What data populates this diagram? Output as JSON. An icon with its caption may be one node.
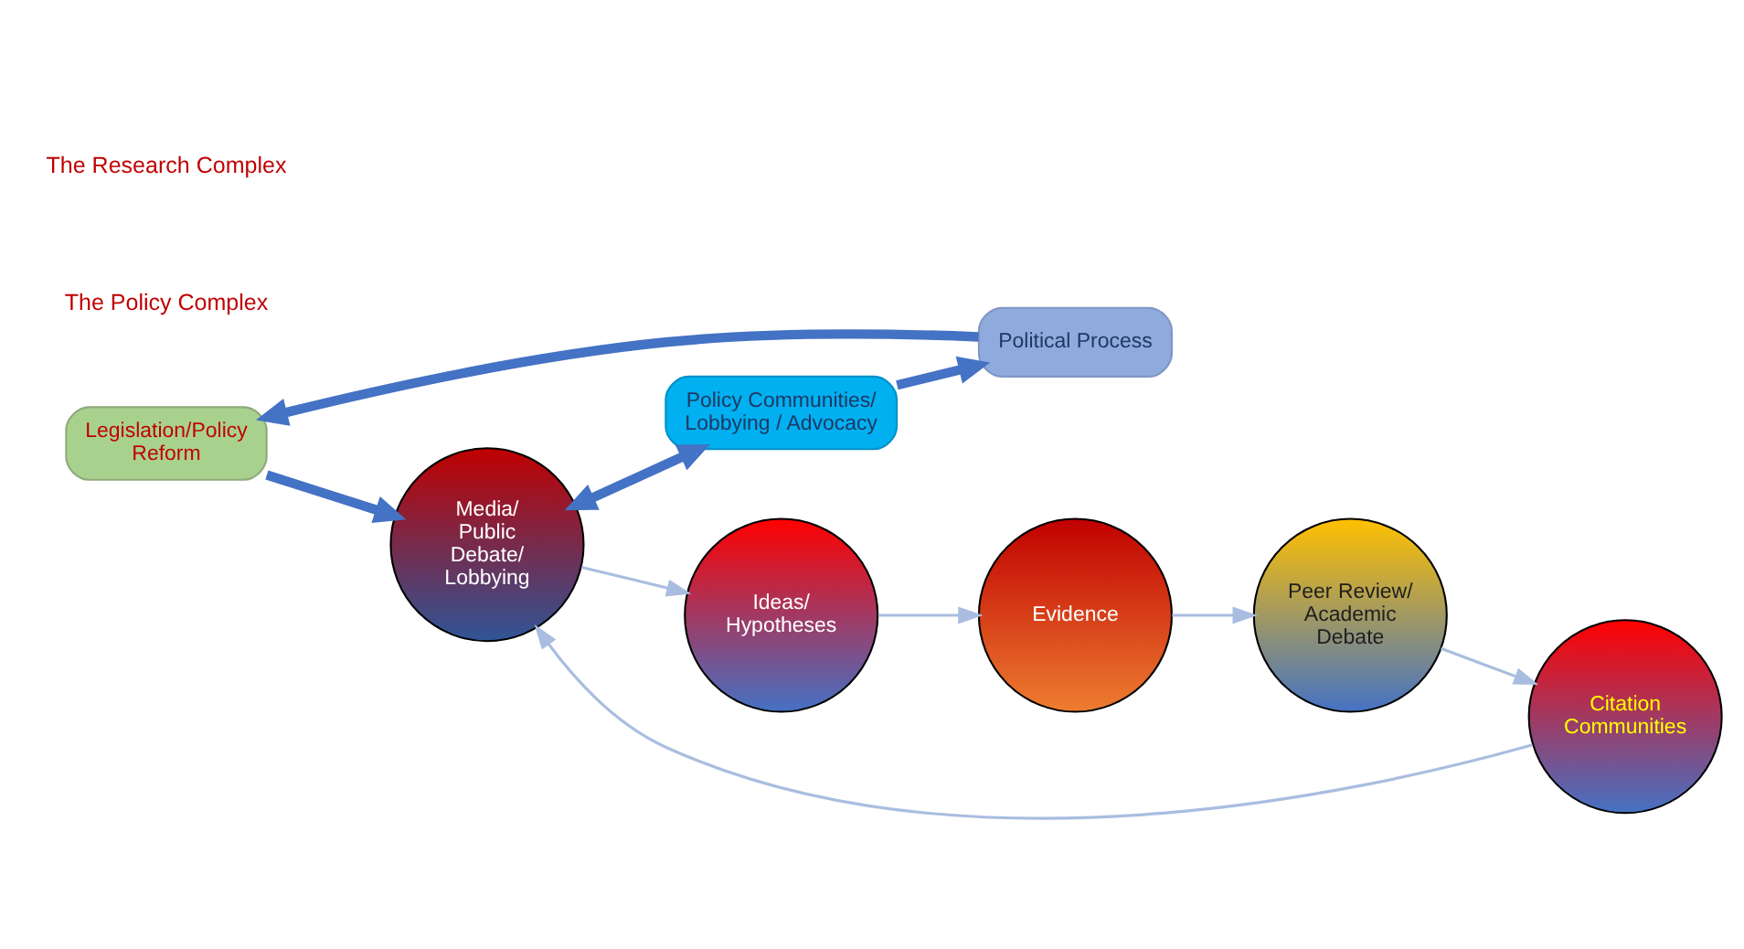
{
  "diagram": {
    "nodes": [
      {
        "text": [
          "Legislation/Policy Reform"
        ]
      },
      {
        "text": [
          "Political Process"
        ]
      },
      {
        "text": [
          "Policy Communities/ Lobbying / Advocacy"
        ]
      },
      {
        "text": [
          "Media/ Public Debate/ Lobbying"
        ]
      },
      {
        "text": [
          "Ideas/ Hypotheses"
        ]
      },
      {
        "text": [
          "Evidence"
        ]
      },
      {
        "text": [
          "Peer Review/ Academic Debate"
        ]
      },
      {
        "text": [
          "Citation Communities"
        ]
      }
    ],
    "edges": [
      {
        "from": 1,
        "to": 0,
        "arrow": "to",
        "style": "thick",
        "color": "#4472c4"
      },
      {
        "from": 0,
        "to": 3,
        "arrow": "to",
        "style": "thick",
        "color": "#4472c4"
      },
      {
        "from": 3,
        "to": 2,
        "arrow": "both",
        "style": "thick",
        "color": "#4472c4"
      },
      {
        "from": 2,
        "to": 1,
        "arrow": "to",
        "style": "thick",
        "color": "#4472c4"
      },
      {
        "from": 3,
        "to": 4,
        "arrow": "to"
      },
      {
        "from": 4,
        "to": 5,
        "arrow": "to"
      },
      {
        "from": 5,
        "to": 6,
        "arrow": "to"
      },
      {
        "from": 6,
        "to": 7,
        "arrow": "to"
      },
      {
        "from": 7,
        "to": 3,
        "arrow": "to"
      }
    ],
    "labels": [
      "The Policy Complex",
      "The Research Complex"
    ]
  }
}
